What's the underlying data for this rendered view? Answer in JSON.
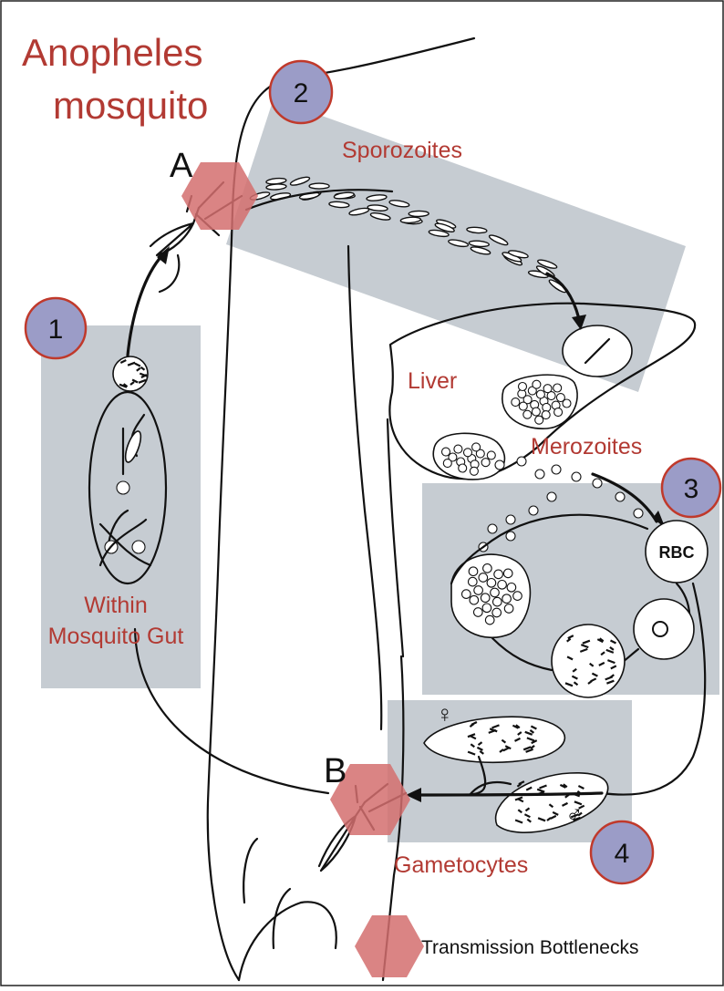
{
  "title": "Anopheles\nmosquito",
  "title_line1": "Anopheles",
  "title_line2": "mosquito",
  "stages": [
    {
      "number": "1",
      "label_line1": "Within",
      "label_line2": "Mosquito Gut"
    },
    {
      "number": "2",
      "label": "Sporozoites"
    },
    {
      "number": "3",
      "label": "Merozoites"
    },
    {
      "number": "4",
      "label": "Gametocytes"
    }
  ],
  "organ_label": "Liver",
  "rbc_label": "RBC",
  "bottlenecks": [
    {
      "letter": "A"
    },
    {
      "letter": "B"
    }
  ],
  "symbols": {
    "female": "♀",
    "male": "♂"
  },
  "legend": {
    "label": "Transmission Bottlenecks"
  },
  "colors": {
    "label_red": "#b23a33",
    "panel_gray": "#c6ccd2",
    "badge_fill": "#9b9cc7",
    "badge_border": "#c0392b",
    "hexagon": "#d46e6e"
  }
}
